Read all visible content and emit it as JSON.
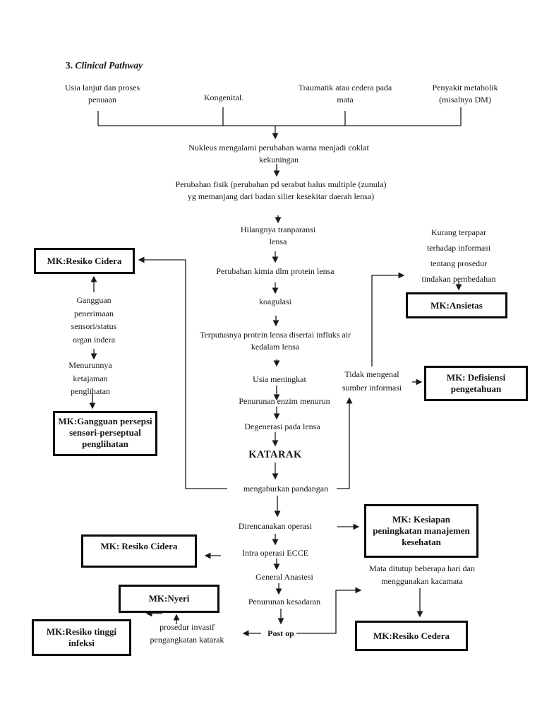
{
  "title": {
    "number": "3.",
    "name": "Clinical Pathway"
  },
  "causes": {
    "usia_lanjut": "Usia lanjut dan proses penuaan",
    "kongenital": "Kongenital.",
    "traumatik": "Traumatik atau cedera pada mata",
    "metabolik": "Penyakit metabolik (misalnya DM)"
  },
  "flow": {
    "nukleus": "Nukleus mengalami perubahan warna menjadi coklat kekuningan",
    "fisik": "Perubahan fisik (perubahan pd serabut halus multiple (zunula) yg memanjang dari badan silier kesekitar daerah lensa)",
    "hilangnya": "Hilangnya tranparansi lensa",
    "kimia": "Perubahan kimia dlm protein lensa",
    "koagulasi": "koagulasi",
    "terputus": "Terputusnya protein lensa disertai influks air kedalam lensa",
    "usia_meningkat": "Usia meningkat",
    "enzim": "Penurunan enzim menurun",
    "degenerasi": "Degenerasi pada lensa",
    "katarak": "KATARAK",
    "mengaburkan": "mengaburkan pandangan",
    "operasi": "Direncanakan operasi",
    "intra": "Intra operasi ECCE",
    "anastesi": "General Anastesi",
    "kesadaran": "Penurunan kesadaran",
    "post_op": "Post op"
  },
  "branches": {
    "kurang_terpapar": "Kurang terpapar terhadap informasi tentang prosedur tindakan pembedahan",
    "tidak_mengenal": "Tidak mengenal sumber informasi",
    "gangguan_penerimaan": "Gangguan penerimaan sensori/status organ indera",
    "menurunnya": "Menurunnya ketajaman penglihatan",
    "mata_ditutup": "Mata ditutup beberapa hari dan menggunakan kacamata",
    "prosedur_invasif": "prosedur invasif pengangkatan katarak"
  },
  "mk_boxes": {
    "resiko_cidera_top": "MK:Resiko Cidera",
    "gangguan_persepsi": "MK:Gangguan persepsi sensori-perseptual penglihatan",
    "ansietas": "MK:Ansietas",
    "defisiensi": "MK: Defisiensi pengetahuan",
    "kesiapan": "MK: Kesiapan peningkatan manajemen kesehatan",
    "resiko_cidera_mid": "MK: Resiko Cidera",
    "nyeri": "MK:Nyeri",
    "resiko_tinggi_infeksi": "MK:Resiko tinggi infeksi",
    "resiko_cedera_bottom": "MK:Resiko Cedera"
  },
  "colors": {
    "line": "#1a1a1a",
    "box_border": "#0a0a0a",
    "text": "#161616"
  }
}
